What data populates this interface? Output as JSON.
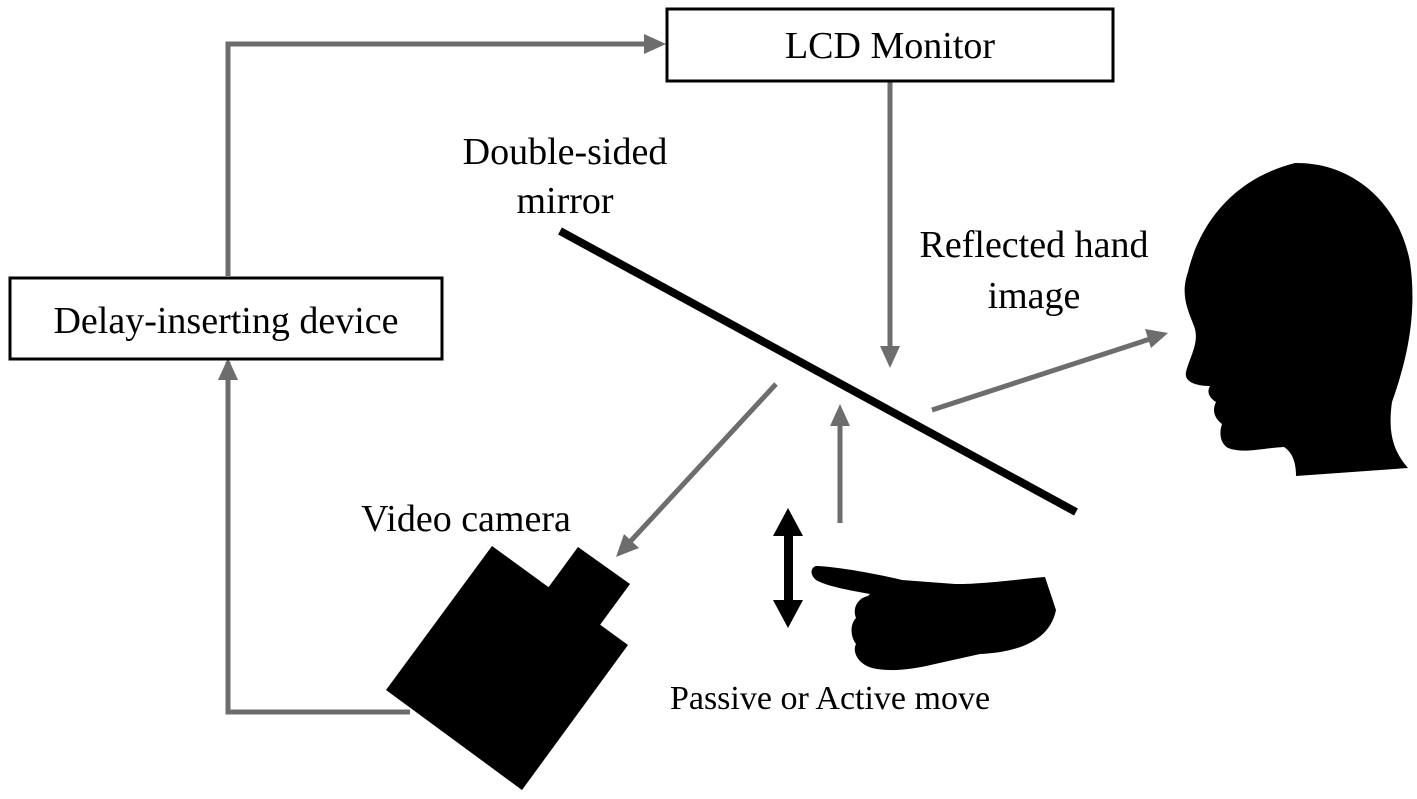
{
  "colors": {
    "arrow": "#6d6d6d",
    "ink": "#000000",
    "box_fill": "#ffffff"
  },
  "labels": {
    "lcd_monitor": "LCD Monitor",
    "delay_device": "Delay-inserting device",
    "mirror_line1": "Double-sided",
    "mirror_line2": "mirror",
    "reflected_line1": "Reflected hand",
    "reflected_line2": "image",
    "video_camera": "Video camera",
    "move": "Passive or Active move"
  },
  "icons": {
    "head": "head-silhouette-icon",
    "camera": "video-camera-icon",
    "hand": "pointing-hand-icon",
    "move": "double-arrow-vertical-icon"
  }
}
